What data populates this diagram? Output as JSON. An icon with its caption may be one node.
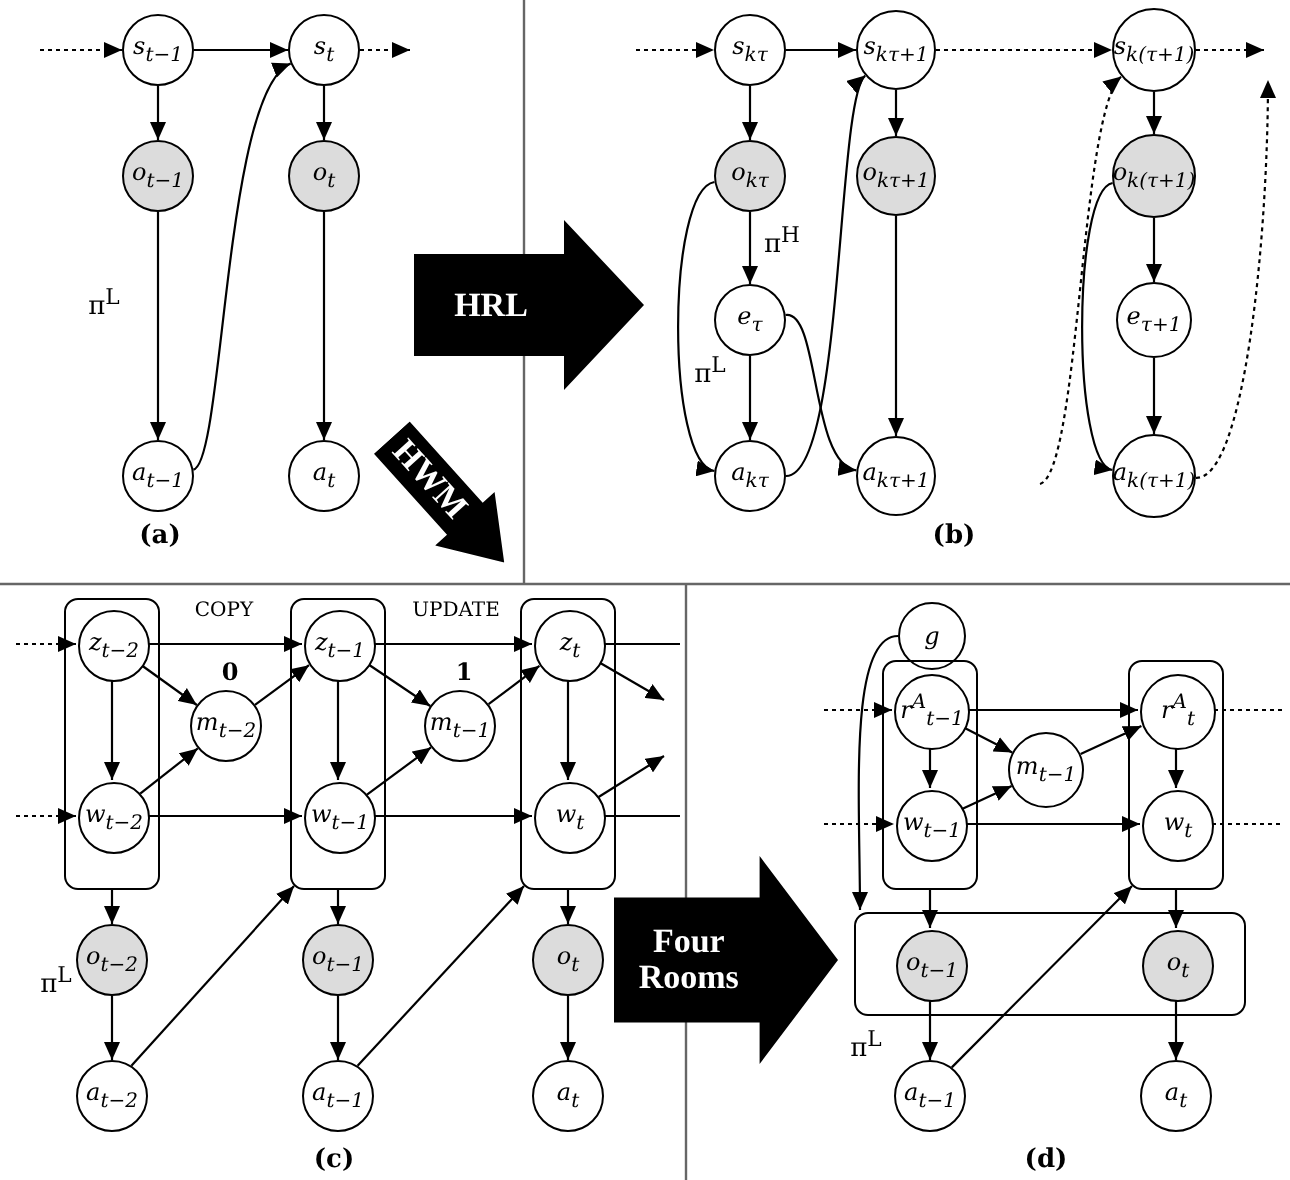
{
  "diagram": {
    "nodes": [
      {
        "text": [
          "s$_{t−1}$"
        ]
      },
      {
        "text": [
          "s$_{t}$"
        ]
      },
      {
        "text": [
          "o$_{t−1}$"
        ]
      },
      {
        "text": [
          "o$_{t}$"
        ]
      },
      {
        "text": [
          "a$_{t−1}$"
        ]
      },
      {
        "text": [
          "a$_{t}$"
        ]
      },
      {
        "text": [
          "HRL"
        ]
      },
      {
        "text": [
          "s$_{kτ}$"
        ]
      },
      {
        "text": [
          "s$_{kτ+1}$"
        ]
      },
      {
        "text": [
          "s$_{k(τ+1)}$"
        ]
      },
      {
        "text": [
          "o$_{kτ}$"
        ]
      },
      {
        "text": [
          "o$_{kτ+1}$"
        ]
      },
      {
        "text": [
          "o$_{k(τ+1)}$"
        ]
      },
      {
        "text": [
          "e$_{τ}$"
        ]
      },
      {
        "text": [
          "e$_{τ+1}$"
        ]
      },
      {
        "text": [
          "a$_{kτ}$"
        ]
      },
      {
        "text": [
          "a$_{kτ+1}$"
        ]
      },
      {
        "text": [
          "a$_{k(τ+1)}$"
        ]
      },
      {
        "text": [
          "HWM"
        ]
      },
      {
        "text": [],
        "shape": "box"
      },
      {
        "text": [
          "z$_{t−2}$"
        ],
        "in": 19
      },
      {
        "text": [
          "w$_{t−2}$"
        ],
        "in": 19
      },
      {
        "text": [],
        "shape": "box"
      },
      {
        "text": [
          "z$_{t−1}$"
        ],
        "in": 22
      },
      {
        "text": [
          "w$_{t−1}$"
        ],
        "in": 22
      },
      {
        "text": [],
        "shape": "box"
      },
      {
        "text": [
          "z$_{t}$"
        ],
        "in": 25
      },
      {
        "text": [
          "w$_{t}$"
        ],
        "in": 25
      },
      {
        "text": [
          "m$_{t−2}$"
        ],
        "beside": [
          "0"
        ]
      },
      {
        "text": [
          "m$_{t−1}$"
        ],
        "beside": [
          "1"
        ]
      },
      {
        "text": [
          "o$_{t−2}$"
        ]
      },
      {
        "text": [
          "o$_{t−1}$"
        ]
      },
      {
        "text": [
          "o$_{t}$"
        ]
      },
      {
        "text": [
          "a$_{t−2}$"
        ]
      },
      {
        "text": [
          "a$_{t−1}$"
        ]
      },
      {
        "text": [
          "a$_{t}$"
        ]
      },
      {
        "text": [
          "Four Rooms"
        ]
      },
      {
        "text": [
          "g"
        ]
      },
      {
        "text": [],
        "shape": "box"
      },
      {
        "text": [
          "r$^{A}$$_{t−1}$"
        ],
        "in": 38
      },
      {
        "text": [
          "w$_{t−1}$"
        ],
        "in": 38
      },
      {
        "text": [],
        "shape": "box"
      },
      {
        "text": [
          "r$^{A}$$_{t}$"
        ],
        "in": 41
      },
      {
        "text": [
          "w$_{t}$"
        ],
        "in": 41
      },
      {
        "text": [
          "m$_{t−1}$"
        ]
      },
      {
        "text": [],
        "shape": "box"
      },
      {
        "text": [
          "o$_{t−1}$"
        ],
        "in": 45
      },
      {
        "text": [
          "o$_{t}$"
        ],
        "in": 45
      },
      {
        "text": [
          "a$_{t−1}$"
        ]
      },
      {
        "text": [
          "a$_{t}$"
        ]
      }
    ],
    "edges": [
      {
        "from": null,
        "to": 0,
        "arrow": "to",
        "style": "dashed"
      },
      {
        "from": 0,
        "to": 1,
        "arrow": "to"
      },
      {
        "from": 1,
        "to": null,
        "arrow": "to",
        "style": "dashed"
      },
      {
        "from": 0,
        "to": 2,
        "arrow": "to"
      },
      {
        "from": 1,
        "to": 3,
        "arrow": "to"
      },
      {
        "from": 2,
        "to": 4,
        "arrow": "to",
        "label": "π$^{L}$"
      },
      {
        "from": 3,
        "to": 5,
        "arrow": "to"
      },
      {
        "from": 4,
        "to": 1,
        "arrow": "to"
      },
      {
        "from": null,
        "to": 7,
        "arrow": "to",
        "style": "dashed"
      },
      {
        "from": 7,
        "to": 8,
        "arrow": "to"
      },
      {
        "from": 8,
        "to": 9,
        "arrow": "to",
        "style": "dashed"
      },
      {
        "from": 9,
        "to": null,
        "arrow": "to",
        "style": "dashed"
      },
      {
        "from": 7,
        "to": 10,
        "arrow": "to"
      },
      {
        "from": 8,
        "to": 11,
        "arrow": "to"
      },
      {
        "from": 9,
        "to": 12,
        "arrow": "to"
      },
      {
        "from": 10,
        "to": 13,
        "arrow": "to",
        "label": "π$^{H}$"
      },
      {
        "from": 13,
        "to": 15,
        "arrow": "to",
        "label": "π$^{L}$"
      },
      {
        "from": 10,
        "to": 15,
        "arrow": "to"
      },
      {
        "from": 15,
        "to": 8,
        "arrow": "to"
      },
      {
        "from": 13,
        "to": 16,
        "arrow": "to"
      },
      {
        "from": 11,
        "to": 16,
        "arrow": "to"
      },
      {
        "from": 12,
        "to": 14,
        "arrow": "to"
      },
      {
        "from": 14,
        "to": 17,
        "arrow": "to"
      },
      {
        "from": 12,
        "to": 17,
        "arrow": "to"
      },
      {
        "from": null,
        "to": 9,
        "arrow": "to",
        "style": "dashed"
      },
      {
        "from": 17,
        "to": null,
        "arrow": "to",
        "style": "dashed"
      },
      {
        "from": null,
        "to": 20,
        "arrow": "to",
        "style": "dashed"
      },
      {
        "from": null,
        "to": 21,
        "arrow": "to",
        "style": "dashed"
      },
      {
        "from": 20,
        "to": 23,
        "arrow": "to",
        "label": "COPY"
      },
      {
        "from": 23,
        "to": 26,
        "arrow": "to",
        "label": "UPDATE"
      },
      {
        "from": 20,
        "to": 21,
        "arrow": "to"
      },
      {
        "from": 23,
        "to": 24,
        "arrow": "to"
      },
      {
        "from": 26,
        "to": 27,
        "arrow": "to"
      },
      {
        "from": 20,
        "to": 28,
        "arrow": "to"
      },
      {
        "from": 21,
        "to": 28,
        "arrow": "to"
      },
      {
        "from": 28,
        "to": 23,
        "arrow": "to"
      },
      {
        "from": 23,
        "to": 29,
        "arrow": "to"
      },
      {
        "from": 24,
        "to": 29,
        "arrow": "to"
      },
      {
        "from": 29,
        "to": 26,
        "arrow": "to"
      },
      {
        "from": 21,
        "to": 24,
        "arrow": "to"
      },
      {
        "from": 24,
        "to": 27,
        "arrow": "to"
      },
      {
        "from": 26,
        "to": null,
        "arrow": "none"
      },
      {
        "from": 26,
        "to": null,
        "arrow": "to"
      },
      {
        "from": 27,
        "to": null,
        "arrow": "to"
      },
      {
        "from": 27,
        "to": null,
        "arrow": "none"
      },
      {
        "from": 19,
        "to": 30,
        "arrow": "to"
      },
      {
        "from": 22,
        "to": 31,
        "arrow": "to"
      },
      {
        "from": 25,
        "to": 32,
        "arrow": "to"
      },
      {
        "from": 30,
        "to": 33,
        "arrow": "to",
        "label": "π$^{L}$"
      },
      {
        "from": 31,
        "to": 34,
        "arrow": "to"
      },
      {
        "from": 32,
        "to": 35,
        "arrow": "to"
      },
      {
        "from": 33,
        "to": 22,
        "arrow": "to"
      },
      {
        "from": 34,
        "to": 25,
        "arrow": "to"
      },
      {
        "from": 37,
        "to": 45,
        "arrow": "to"
      },
      {
        "from": null,
        "to": 39,
        "arrow": "to",
        "style": "dashed"
      },
      {
        "from": null,
        "to": 40,
        "arrow": "to",
        "style": "dashed"
      },
      {
        "from": 39,
        "to": 40,
        "arrow": "to"
      },
      {
        "from": 42,
        "to": 43,
        "arrow": "to"
      },
      {
        "from": 39,
        "to": 42,
        "arrow": "to"
      },
      {
        "from": 39,
        "to": 44,
        "arrow": "to"
      },
      {
        "from": 40,
        "to": 44,
        "arrow": "to"
      },
      {
        "from": 44,
        "to": 42,
        "arrow": "to"
      },
      {
        "from": 40,
        "to": 43,
        "arrow": "to"
      },
      {
        "from": 42,
        "to": null,
        "arrow": "none",
        "style": "dashed"
      },
      {
        "from": 43,
        "to": null,
        "arrow": "none",
        "style": "dashed"
      },
      {
        "from": 38,
        "to": 46,
        "arrow": "to"
      },
      {
        "from": 41,
        "to": 47,
        "arrow": "to"
      },
      {
        "from": 46,
        "to": 48,
        "arrow": "to",
        "label": "π$^{L}$"
      },
      {
        "from": 47,
        "to": 49,
        "arrow": "to"
      },
      {
        "from": 48,
        "to": 41,
        "arrow": "to"
      }
    ],
    "labels": [
      "(a)",
      "(b)",
      "(c)",
      "(d)"
    ]
  }
}
